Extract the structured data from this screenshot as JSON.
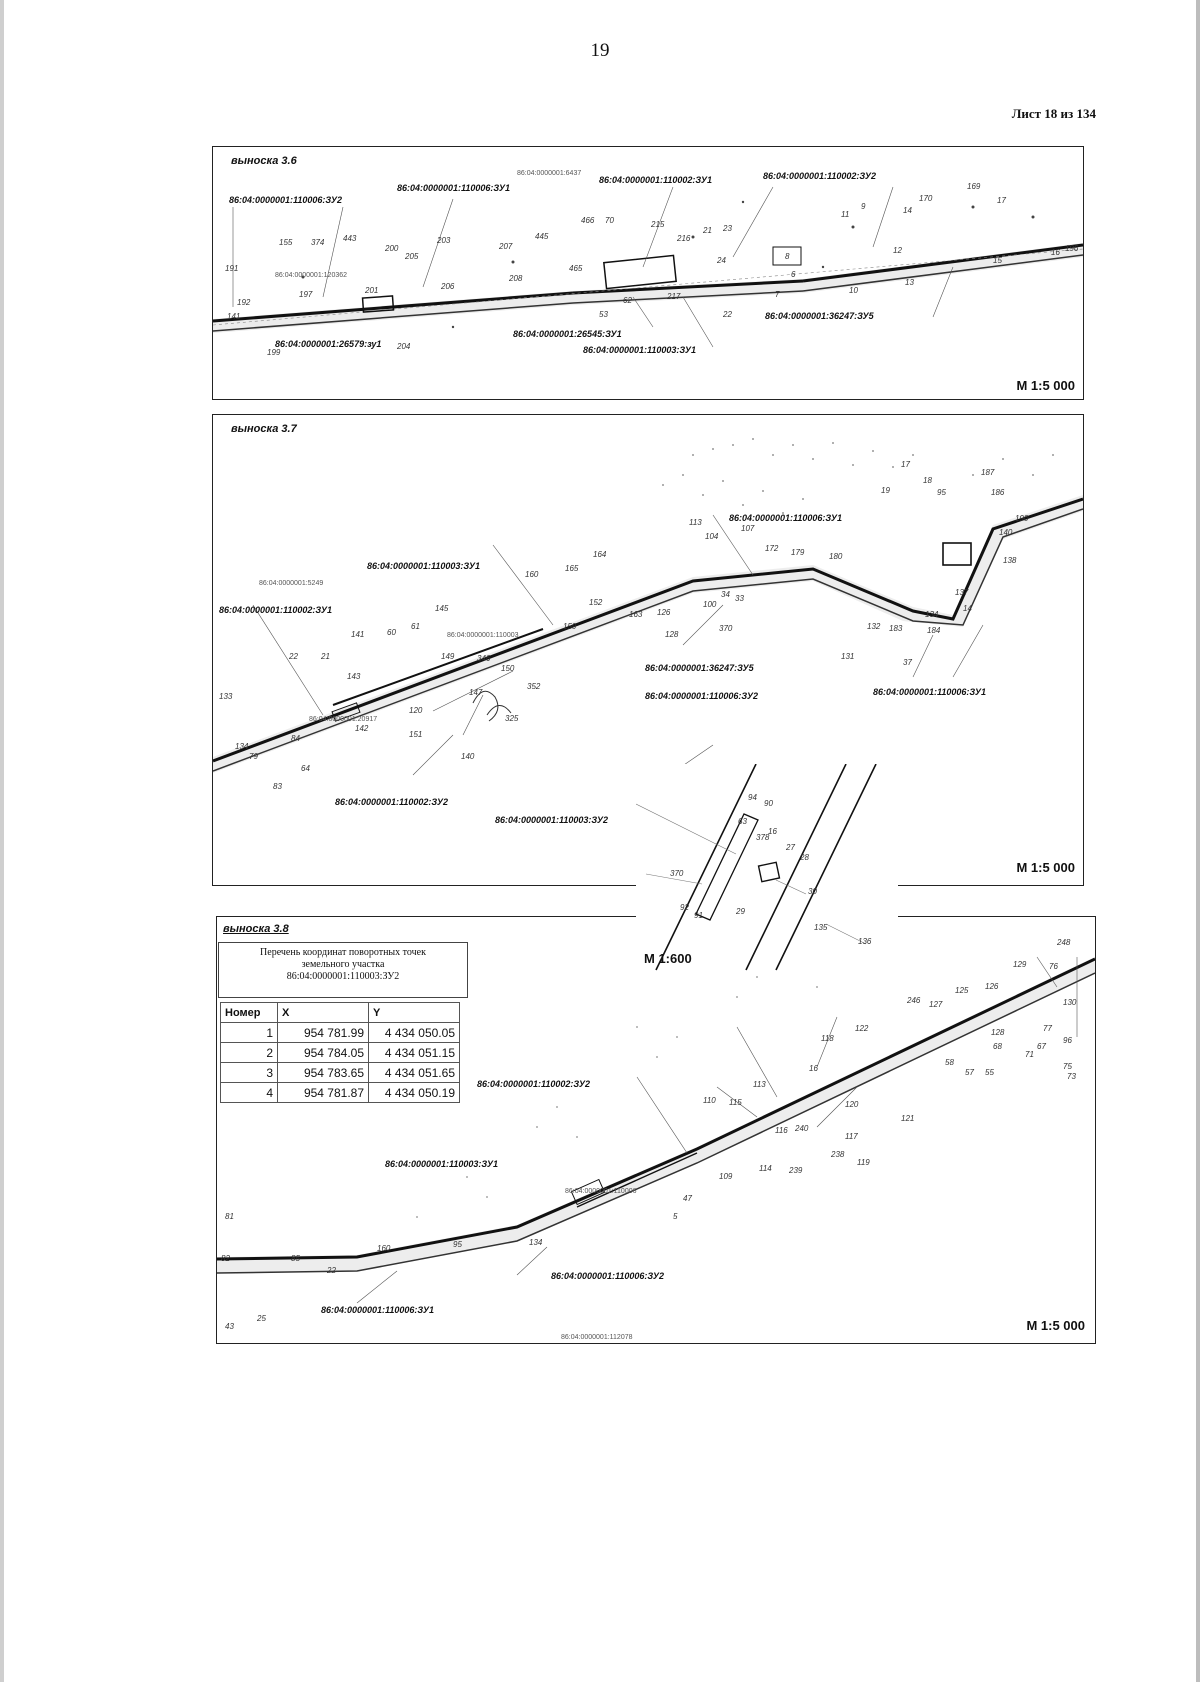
{
  "page_number": "19",
  "sheet": "Лист 18 из 134",
  "panels": [
    {
      "title": "выноска 3.6",
      "scale": "М 1:5 000",
      "labels": {
        "l1": "86:04:0000001:110006:ЗУ2",
        "l2": "86:04:0000001:110006:ЗУ1",
        "l3": "86:04:0000001:6437",
        "l4": "86:04:0000001:110002:ЗУ1",
        "l5": "86:04:0000001:110002:ЗУ2",
        "l6": "86:04:0000001:120362",
        "l7": "86:04:0000001:26579:зу1",
        "l8": "86:04:0000001:26545:ЗУ1",
        "l9": "86:04:0000001:110003:ЗУ1",
        "l10": "86:04:0000001:36247:ЗУ5"
      },
      "points": [
        "155",
        "374",
        "443",
        "200",
        "203",
        "207",
        "445",
        "466",
        "70",
        "215",
        "216",
        "21",
        "23",
        "11",
        "9",
        "14",
        "170",
        "169",
        "17",
        "191",
        "192",
        "141",
        "197",
        "201",
        "205",
        "206",
        "208",
        "465",
        "53",
        "62",
        "217",
        "22",
        "24",
        "6",
        "8",
        "7",
        "10",
        "13",
        "12",
        "15",
        "16",
        "196",
        "199",
        "204"
      ]
    },
    {
      "title": "выноска 3.7",
      "scale": "М 1:5 000",
      "labels": {
        "l1": "86:04:0000001:110003:ЗУ1",
        "l2": "86:04:0000001:5249",
        "l3": "86:04:0000001:110002:ЗУ1",
        "l4": "86:04:0000001:110006:ЗУ1",
        "l5": "86:04:0000001:110003",
        "l6": "86:04:0000001:36247:ЗУ5",
        "l7": "86:04:0000001:110006:ЗУ2",
        "l8": "86:04:0000001:110006:ЗУ1",
        "l9": "86:04:0000001:20917",
        "l10": "86:04:0000001:110002:ЗУ2",
        "l11": "86:04:0000001:110003:ЗУ2"
      },
      "points": [
        "17",
        "18",
        "187",
        "186",
        "19",
        "95",
        "113",
        "104",
        "107",
        "172",
        "179",
        "180",
        "164",
        "165",
        "160",
        "145",
        "141",
        "60",
        "61",
        "22",
        "21",
        "133",
        "134",
        "79",
        "83",
        "84",
        "64",
        "143",
        "142",
        "151",
        "120",
        "149",
        "147",
        "346",
        "150",
        "352",
        "325",
        "140",
        "152",
        "159",
        "163",
        "126",
        "128",
        "100",
        "34",
        "33",
        "370",
        "131",
        "132",
        "183",
        "184",
        "134",
        "137",
        "138",
        "140",
        "14",
        "37",
        "190"
      ]
    },
    {
      "title": "выноска 3.8",
      "scale": "М 1:5 000",
      "labels": {
        "l1": "86:04:0000001:110002:ЗУ2",
        "l2": "86:04:0000001:110003:ЗУ1",
        "l3": "86:04:0000001:110006",
        "l4": "86:04:0000001:110006:ЗУ2",
        "l5": "86:04:0000001:110006:ЗУ1",
        "l6": "86:04:0000001:112078"
      },
      "points": [
        "248",
        "76",
        "129",
        "126",
        "125",
        "127",
        "246",
        "130",
        "122",
        "118",
        "16",
        "128",
        "68",
        "77",
        "96",
        "71",
        "67",
        "75",
        "73",
        "113",
        "110",
        "115",
        "120",
        "121",
        "57",
        "55",
        "58",
        "117",
        "116",
        "240",
        "238",
        "119",
        "239",
        "114",
        "109",
        "47",
        "5",
        "81",
        "82",
        "85",
        "43",
        "25",
        "160",
        "95",
        "134",
        "22"
      ]
    }
  ],
  "inset": {
    "scale": "М 1:600",
    "points": [
      "94",
      "90",
      "63",
      "16",
      "378",
      "27",
      "28",
      "370",
      "30",
      "92",
      "91",
      "29",
      "135",
      "136"
    ]
  },
  "coord_table": {
    "caption_line1": "Перечень координат поворотных точек",
    "caption_line2": "земельного участка",
    "caption_line3": "86:04:0000001:110003:ЗУ2",
    "headers": [
      "Номер",
      "X",
      "Y"
    ],
    "rows": [
      {
        "n": "1",
        "x": "954 781.99",
        "y": "4 434 050.05"
      },
      {
        "n": "2",
        "x": "954 784.05",
        "y": "4 434 051.15"
      },
      {
        "n": "3",
        "x": "954 783.65",
        "y": "4 434 051.65"
      },
      {
        "n": "4",
        "x": "954 781.87",
        "y": "4 434 050.19"
      }
    ]
  }
}
